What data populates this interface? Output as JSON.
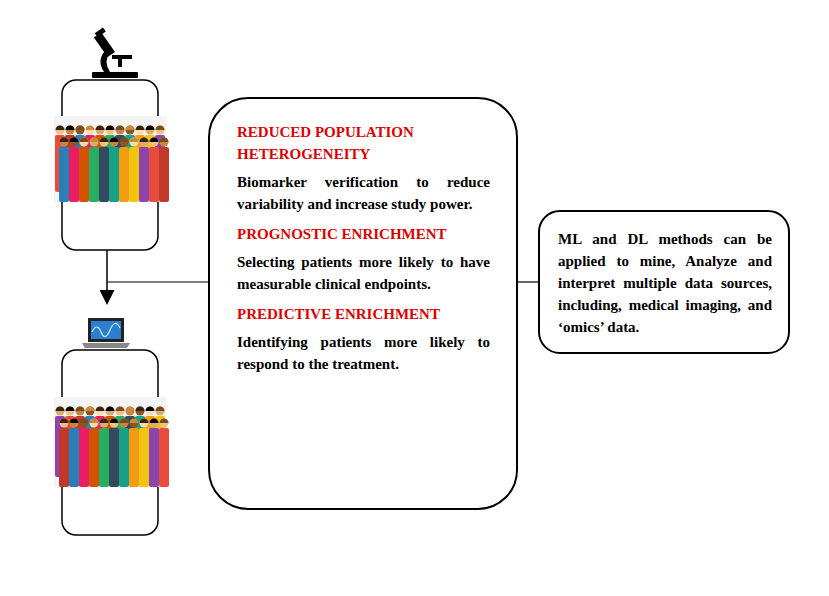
{
  "diagram": {
    "nodes": [
      {
        "text": [
          "REDUCED POPULATION HETEROGENEITY",
          "Biomarker verification to reduce variability and increase study power.",
          "PROGNOSTIC ENRICHMENT",
          "Selecting patients more likely to have measurable clinical endpoints.",
          "PREDICTIVE ENRICHMENT",
          "Identifying patients more likely to respond to the treatment."
        ]
      },
      {
        "text": [
          "ML and DL methods can be applied to mine, Analyze and interpret multiple data sources, including, medical imaging, and ‘omics’ data."
        ]
      }
    ],
    "edges": [
      {
        "from": 0,
        "to": 1,
        "arrow": "none"
      }
    ]
  }
}
